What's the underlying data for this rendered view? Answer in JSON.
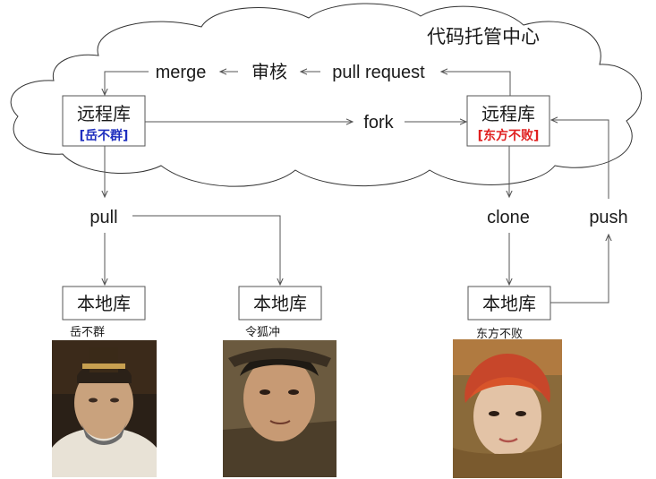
{
  "cloud": {
    "title": "代码托管中心"
  },
  "flow": {
    "merge": "merge",
    "review": "审核",
    "pull_request": "pull request",
    "fork": "fork",
    "pull": "pull",
    "clone": "clone",
    "push": "push"
  },
  "repos": {
    "remote_label": "远程库",
    "local_label": "本地库",
    "remote_owner_left": "[岳不群]",
    "remote_owner_right": "[东方不败]",
    "owner_left_color": "#1f2fbf",
    "owner_right_color": "#e02020"
  },
  "people": {
    "p1": "岳不群",
    "p2": "令狐冲",
    "p3": "东方不败"
  }
}
